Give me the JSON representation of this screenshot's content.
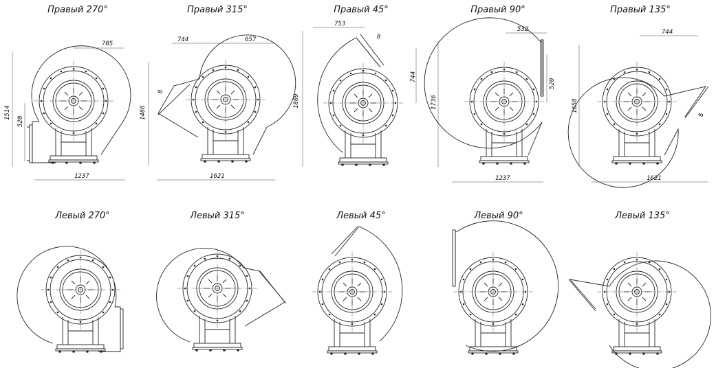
{
  "views": [
    {
      "title": "Правый 270°",
      "dims": [
        "705",
        "1514",
        "520",
        "1237"
      ]
    },
    {
      "title": "Правый 315°",
      "dims": [
        "744",
        "657",
        "8",
        "1466",
        "1621"
      ]
    },
    {
      "title": "Правый 45°",
      "dims": [
        "753",
        "8",
        "744",
        "1869"
      ]
    },
    {
      "title": "Правый 90°",
      "dims": [
        "532",
        "520",
        "1736",
        "1237"
      ]
    },
    {
      "title": "Правый 135°",
      "dims": [
        "744",
        "1658",
        "8",
        "1621"
      ]
    },
    {
      "title": "Левый 270°",
      "dims": []
    },
    {
      "title": "Левый 315°",
      "dims": []
    },
    {
      "title": "Левый 45°",
      "dims": []
    },
    {
      "title": "Левый 90°",
      "dims": []
    },
    {
      "title": "Левый 135°",
      "dims": []
    }
  ]
}
